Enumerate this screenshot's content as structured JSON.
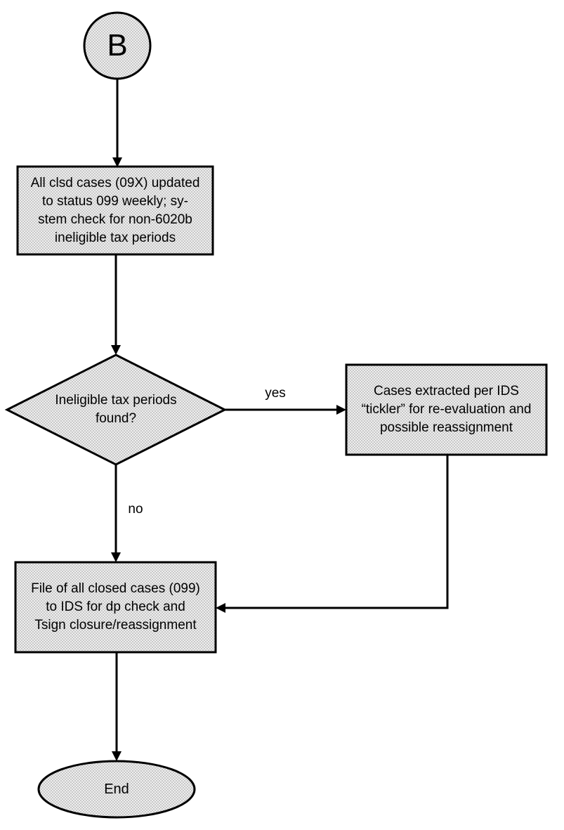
{
  "colors": {
    "stroke": "#000000",
    "fill_bg": "#efefef",
    "fill_dot": "#c8c8c8"
  },
  "nodes": {
    "start": {
      "label": "B"
    },
    "update": {
      "lines": [
        "All clsd cases (09X) updated",
        "to status 099 weekly; sy-",
        "stem check for non-6020b",
        "ineligible tax periods"
      ]
    },
    "decision": {
      "lines": [
        "Ineligible tax periods",
        "found?"
      ]
    },
    "extract": {
      "lines": [
        "Cases extracted per IDS",
        "“tickler” for re-evaluation and",
        "possible reassignment"
      ]
    },
    "file": {
      "lines": [
        "File of all closed cases (099)",
        "to IDS for dp check and",
        "Tsign closure/reassignment"
      ]
    },
    "end": {
      "label": "End"
    }
  },
  "edges": {
    "yes": {
      "label": "yes"
    },
    "no": {
      "label": "no"
    }
  }
}
